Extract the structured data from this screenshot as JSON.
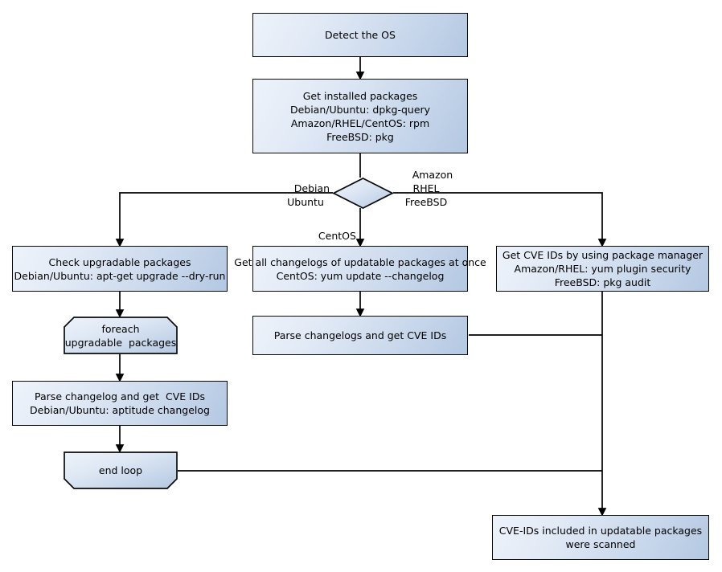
{
  "diagram": {
    "title": "OS package CVE scan flowchart",
    "colors": {
      "node_fill_light": "#eef3fa",
      "node_fill_dark": "#b4c8e2",
      "node_stroke": "#0a0a0a",
      "edge_stroke": "#000000",
      "text": "#000000",
      "background": "#ffffff"
    },
    "nodes": [
      {
        "id": "detect-os",
        "shape": "rect",
        "lines": [
          "Detect the OS"
        ]
      },
      {
        "id": "get-installed-packages",
        "shape": "rect",
        "lines": [
          "Get installed packages",
          "Debian/Ubuntu: dpkg-query",
          "Amazon/RHEL/CentOS: rpm",
          "FreeBSD: pkg"
        ]
      },
      {
        "id": "os-decision",
        "shape": "diamond",
        "lines": [
          ""
        ]
      },
      {
        "id": "check-upgradable-packages",
        "shape": "rect",
        "lines": [
          "Check upgradable packages",
          "Debian/Ubuntu: apt-get upgrade --dry-run"
        ]
      },
      {
        "id": "get-all-changelogs",
        "shape": "rect",
        "lines": [
          "Get all changelogs of updatable packages at once",
          "CentOS: yum update --changelog"
        ]
      },
      {
        "id": "get-cve-ids-package-manager",
        "shape": "rect",
        "lines": [
          "Get CVE IDs by using package manager",
          "Amazon/RHEL: yum plugin security",
          "FreeBSD: pkg audit"
        ]
      },
      {
        "id": "foreach-upgradable-packages",
        "shape": "loop-start",
        "lines": [
          "foreach",
          "upgradable  packages"
        ]
      },
      {
        "id": "parse-changelogs-get-cve-ids",
        "shape": "rect",
        "lines": [
          "Parse changelogs and get CVE IDs"
        ]
      },
      {
        "id": "parse-changelog-get-cve-ids",
        "shape": "rect",
        "lines": [
          "Parse changelog and get  CVE IDs",
          "Debian/Ubuntu: aptitude changelog"
        ]
      },
      {
        "id": "end-loop",
        "shape": "loop-end",
        "lines": [
          "end loop"
        ]
      },
      {
        "id": "cve-ids-scanned",
        "shape": "rect",
        "lines": [
          "CVE-IDs included in updatable packages",
          "were scanned"
        ]
      }
    ],
    "edge_labels": [
      {
        "id": "branch-debian-ubuntu",
        "lines": [
          "Debian",
          "Ubuntu"
        ]
      },
      {
        "id": "branch-amazon-rhel-freebsd",
        "lines": [
          "Amazon",
          "RHEL",
          "FreeBSD"
        ]
      },
      {
        "id": "branch-centos",
        "lines": [
          "CentOS"
        ]
      }
    ]
  }
}
